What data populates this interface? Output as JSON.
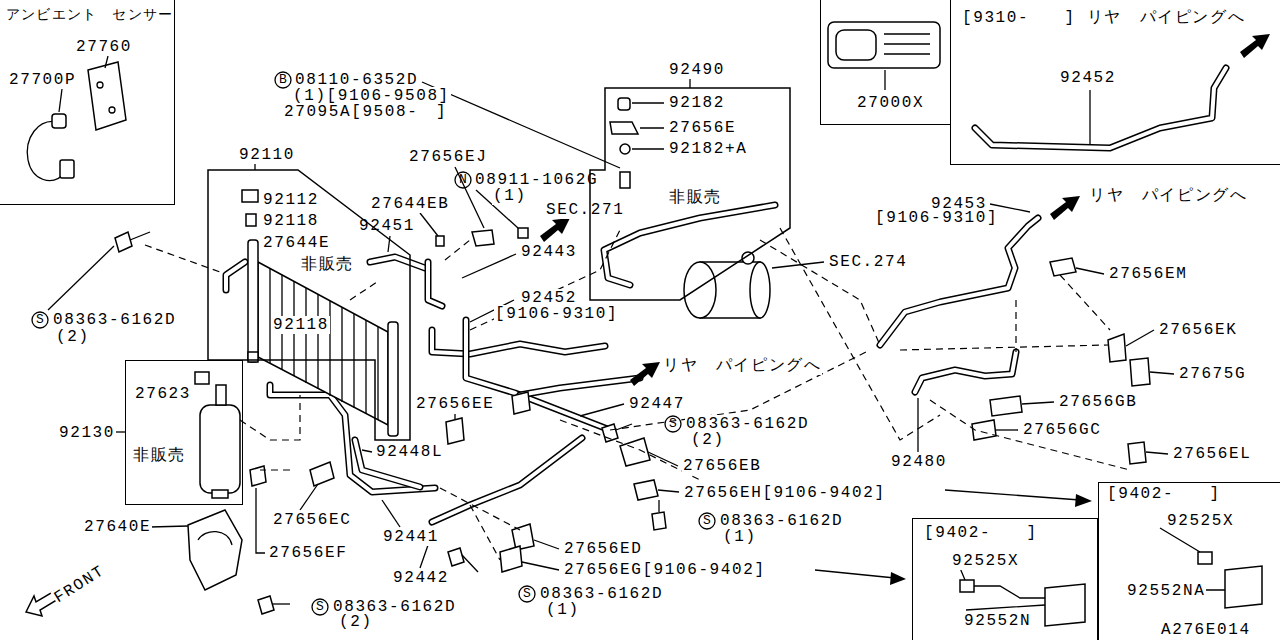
{
  "diagram": {
    "nodes": [
      {
        "text": [
          "アンビエント　センサー",
          "27760",
          "27700P"
        ]
      },
      {
        "text": [
          "92110",
          "92112",
          "92118",
          "27644E",
          "非販売",
          "92118"
        ]
      },
      {
        "text": [
          "92130",
          "27623",
          "非販売"
        ]
      },
      {
        "text": [
          "92490",
          "92182",
          "27656E",
          "92182+A",
          "非販売"
        ]
      },
      {
        "text": [
          "27000X"
        ]
      },
      {
        "text": [
          "[9310-　　] リヤ　パイピングへ",
          "92452"
        ]
      },
      {
        "text": [
          "[9402-　　]",
          "92525X",
          "92552N"
        ]
      },
      {
        "text": [
          "[9402-　　]",
          "92525X",
          "92552NA"
        ]
      }
    ],
    "labels": [
      "B",
      "08110-6352D",
      "(1)[9106-9508]",
      "27095A[9508-　]",
      "27656EJ",
      "N",
      "08911-1062G",
      "(1)",
      "27644EB",
      "SEC.271",
      "92451",
      "92443",
      "92452",
      "[9106-9310]",
      "SEC.274",
      "92453",
      "[9106-9310]",
      "リヤ　パイピングへ",
      "27656EM",
      "27656EK",
      "27675G",
      "27656GB",
      "27656GC",
      "27656EL",
      "92480",
      "リヤ　パイピングへ",
      "27656EE",
      "92447",
      "S",
      "08363-6162D",
      "(2)",
      "27656EB",
      "27656EH[9106-9402]",
      "S",
      "08363-6162D",
      "(1)",
      "92448L",
      "27656EC",
      "92441",
      "27656EF",
      "27640E",
      "S",
      "08363-6162D",
      "(2)",
      "92442",
      "27656ED",
      "27656EG[9106-9402]",
      "S",
      "08363-6162D",
      "(1)",
      "S",
      "08363-6162D",
      "(2)",
      "FRONT",
      "A276E014"
    ]
  }
}
